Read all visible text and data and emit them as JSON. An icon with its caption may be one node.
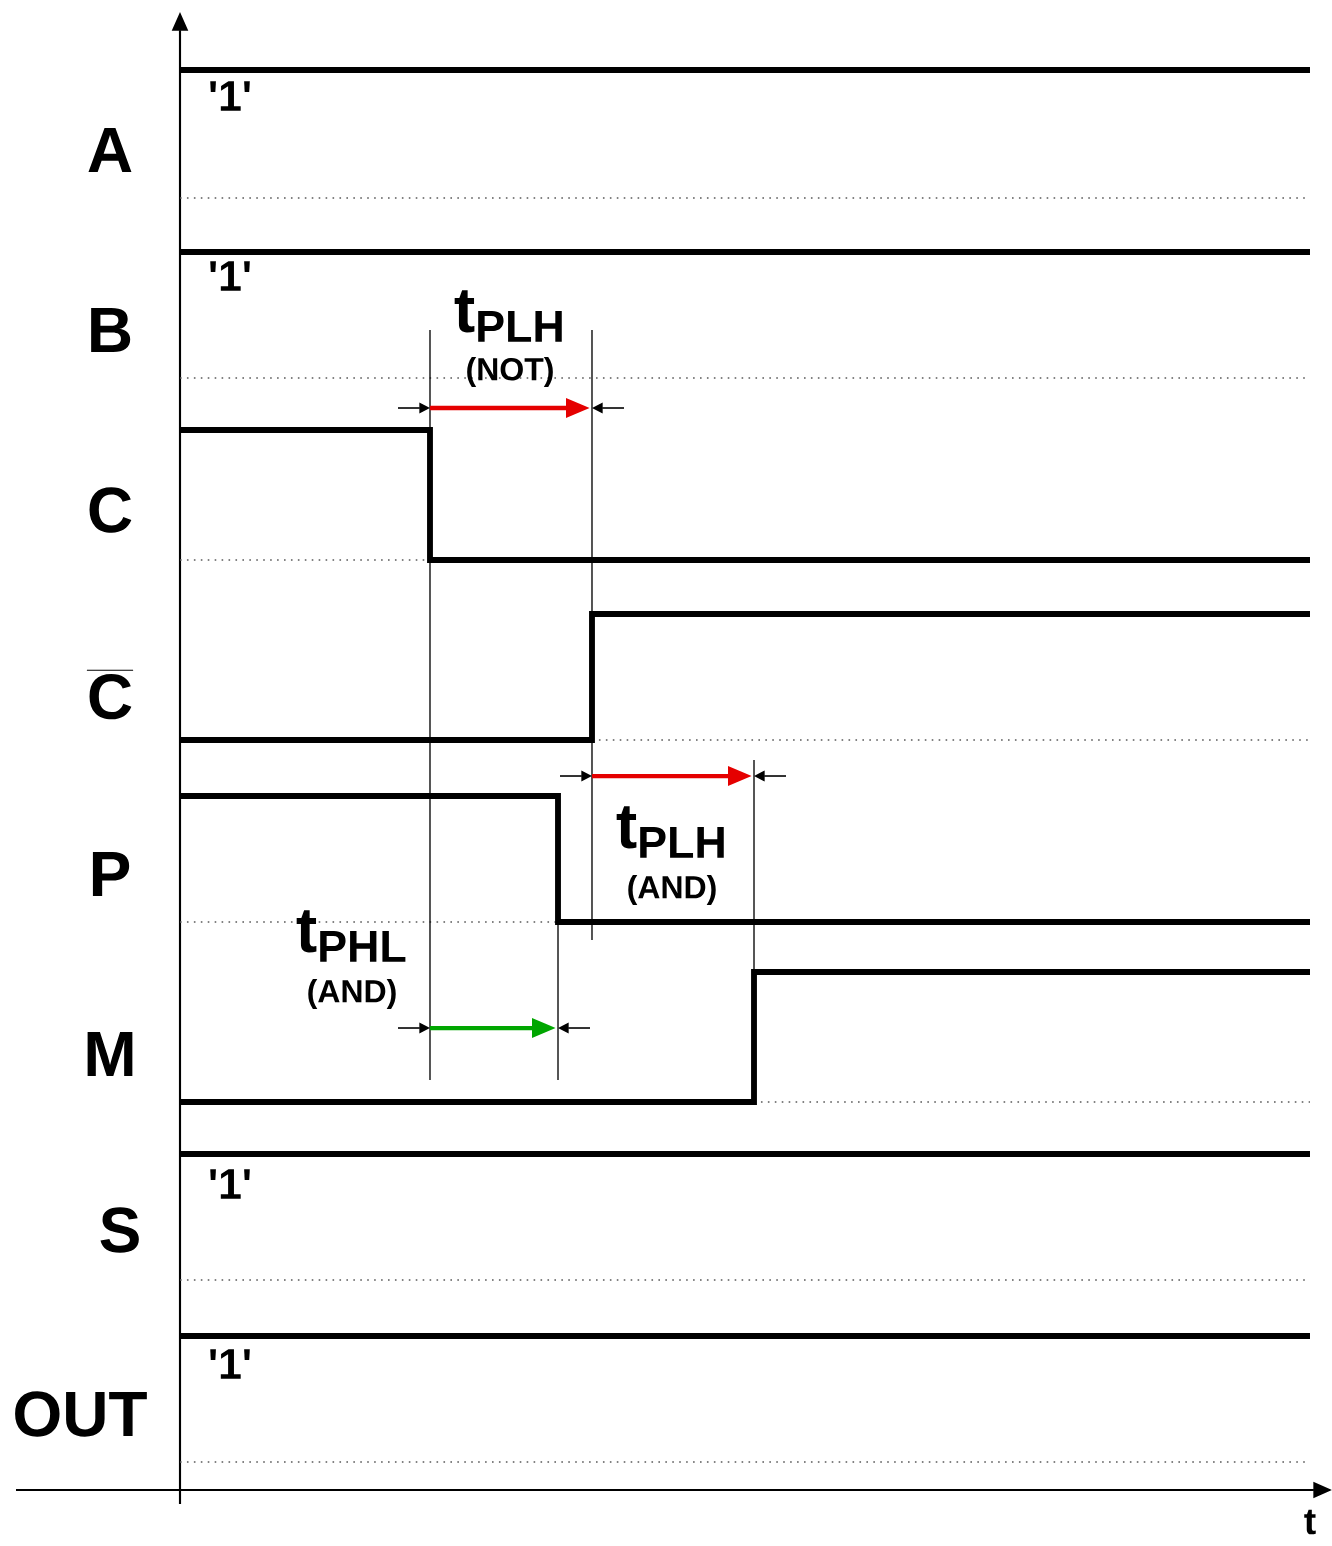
{
  "diagram": {
    "labels": [
      "'1'",
      "A",
      "'1'",
      "B",
      "t$_{PLH}$",
      "(NOT)",
      "C",
      "C",
      "P",
      "t$_{PLH}$",
      "(AND)",
      "t$_{PHL}$",
      "(AND)",
      "M",
      "'1'",
      "S",
      "'1'",
      "OUT",
      "t"
    ]
  }
}
